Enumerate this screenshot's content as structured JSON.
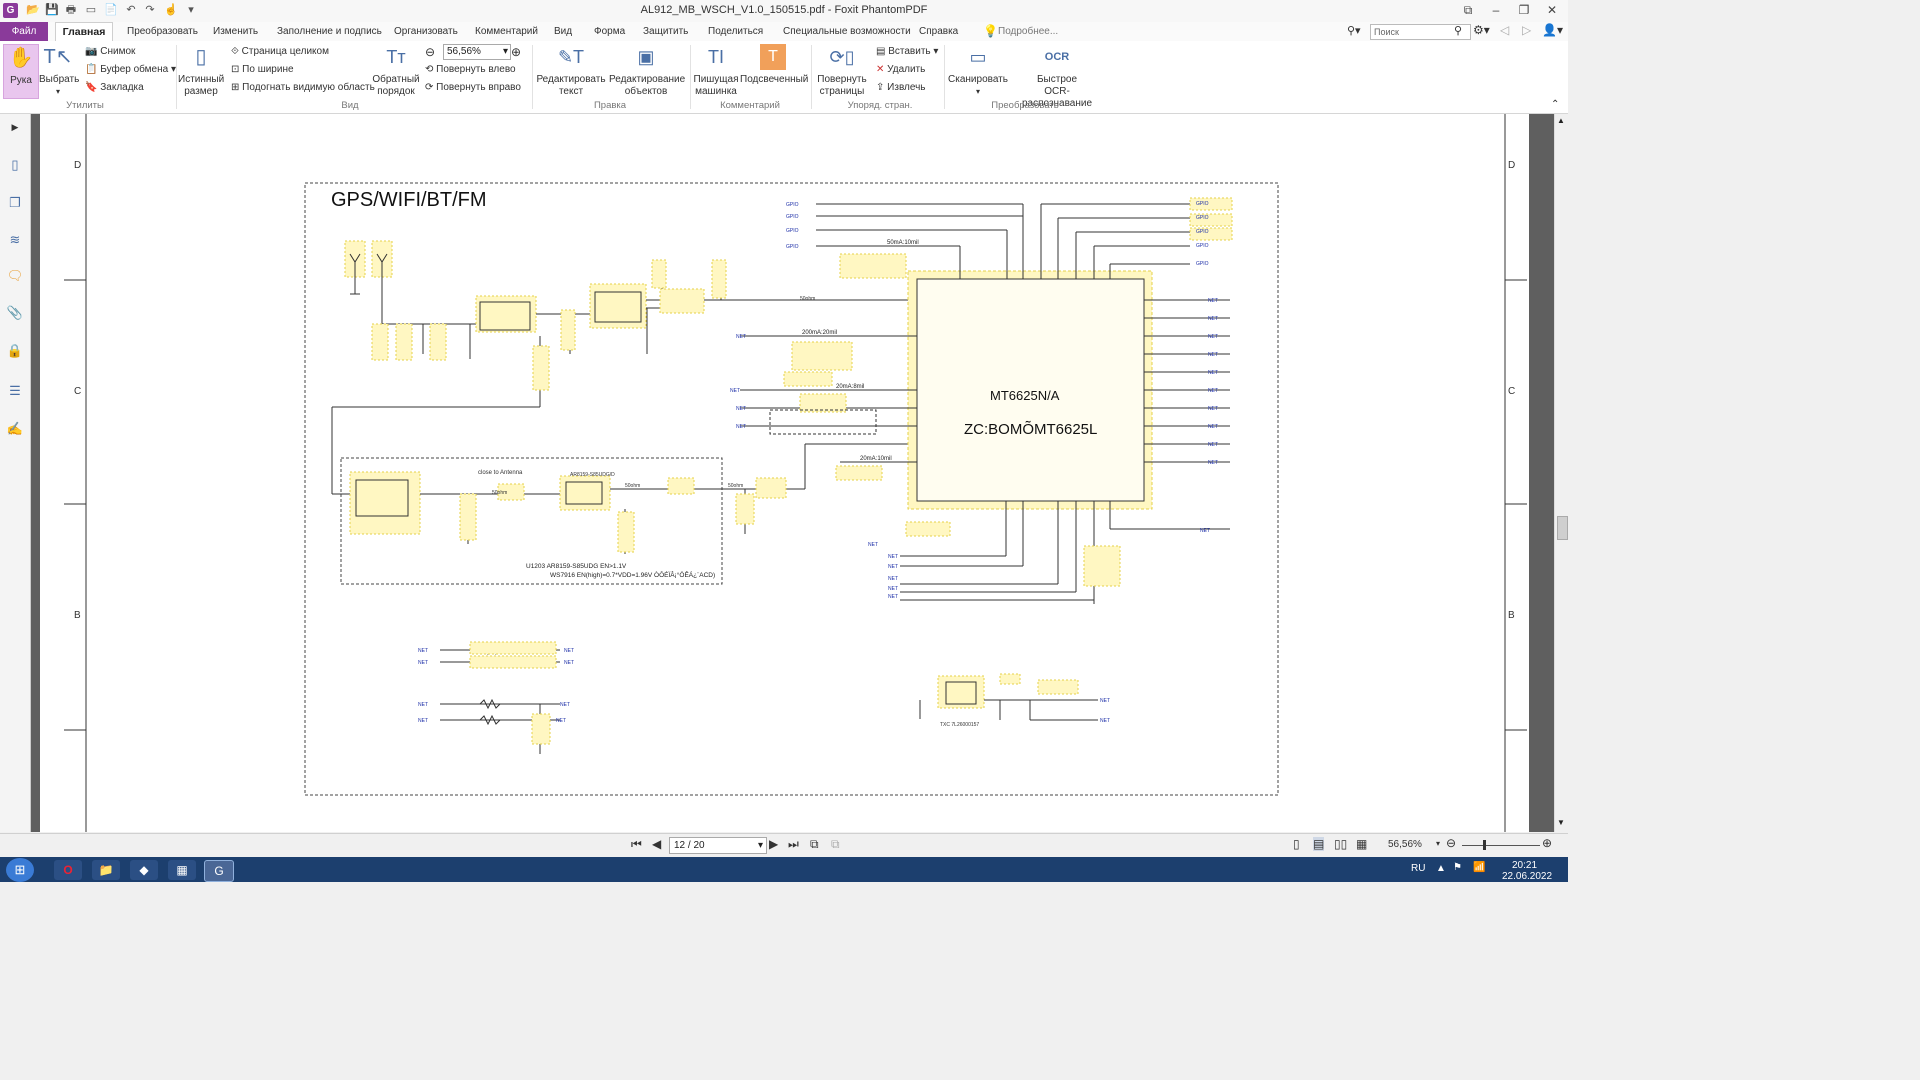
{
  "window": {
    "title": "AL912_MB_WSCH_V1.0_150515.pdf - Foxit PhantomPDF",
    "app_icon": "G",
    "controls": [
      "⧉",
      "–",
      "❐",
      "✕"
    ]
  },
  "menu": {
    "file": "Файл",
    "home": "Главная",
    "items": [
      "Преобразовать",
      "Изменить",
      "Заполнение и подпись",
      "Организовать",
      "Комментарий",
      "Вид",
      "Форма",
      "Защитить",
      "Поделиться",
      "Специальные возможности",
      "Справка"
    ],
    "tell_me": "Подробнее...",
    "search_placeholder": "Поиск"
  },
  "ribbon": {
    "hand": "Рука",
    "select": "Выбрать",
    "snapshot": "Снимок",
    "clipboard": "Буфер обмена",
    "bookmark": "Закладка",
    "group_utils": "Утилиты",
    "actual_size_1": "Истинный",
    "actual_size_2": "размер",
    "fit_page": "Страница целиком",
    "fit_width": "По ширине",
    "fit_visible": "Подогнать видимую область",
    "reverse_1": "Обратный",
    "reverse_2": "порядок",
    "zoom_value": "56,56%",
    "rotate_left": "Повернуть влево",
    "rotate_right": "Повернуть вправо",
    "group_view": "Вид",
    "edit_text_1": "Редактировать",
    "edit_text_2": "текст",
    "edit_obj_1": "Редактирование",
    "edit_obj_2": "объектов",
    "group_edit": "Правка",
    "typewriter_1": "Пишущая",
    "typewriter_2": "машинка",
    "highlight": "Подсвеченный",
    "group_comment": "Комментарий",
    "rotate_pages_1": "Повернуть",
    "rotate_pages_2": "страницы",
    "insert": "Вставить",
    "delete": "Удалить",
    "extract": "Извлечь",
    "group_pages": "Упоряд. стран.",
    "scan": "Сканировать",
    "ocr_1": "Быстрое",
    "ocr_2": "OCR-распознавание",
    "group_convert": "Преобразовать"
  },
  "schematic": {
    "border_rows": [
      "D",
      "C",
      "B"
    ],
    "title": "GPS/WIFI/BT/FM",
    "chip_1": "MT6625N/A",
    "chip_2": "ZC:BOMÕMT6625L",
    "close_to_antenna": "close to Antenna",
    "note_1": "U1203   AR8159-S85UDG  EN>1.1V",
    "note_2": "WS7916   EN(high)=0.7*VDD=1.96V  ÒÔÉÏÂ¡°ÖÊÁ¿¨ACD)",
    "power_1": "50mA:10mil",
    "power_2": "200mA:20mil",
    "power_3": "20mA:8mil",
    "power_4": "20mA:10mil",
    "ohm": "50ohm",
    "txc": "TXC 7L26000157",
    "lna": "AR8159-S85UDG/D"
  },
  "status": {
    "page": "12 / 20",
    "zoom": "56,56%"
  },
  "taskbar": {
    "lang": "RU",
    "time": "20:21",
    "date": "22.06.2022"
  },
  "colors": {
    "file_tab": "#8a3a9a",
    "hand_active": "#e9c6ee",
    "highlight_icon": "#f1a05a",
    "taskbar": "#1c3f6e"
  }
}
